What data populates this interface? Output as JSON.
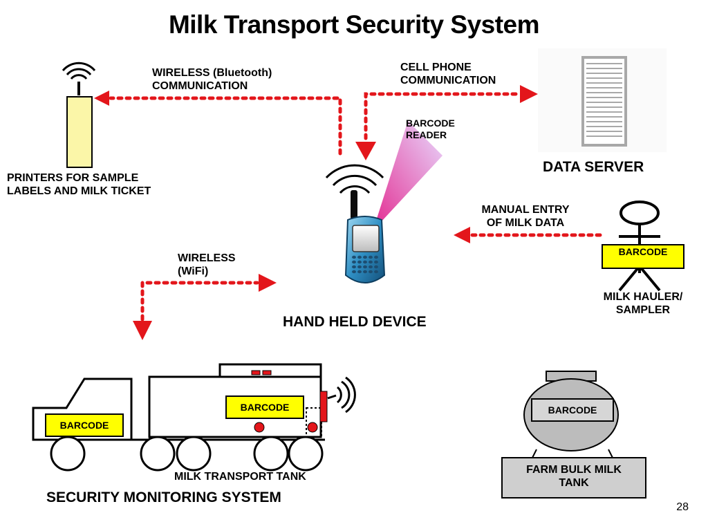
{
  "title": "Milk Transport Security System",
  "labels": {
    "wireless_bluetooth": [
      "WIRELESS (Bluetooth)",
      "COMMUNICATION"
    ],
    "cell_phone": [
      "CELL PHONE",
      "COMMUNICATION"
    ],
    "barcode_reader": [
      "BARCODE",
      "READER"
    ],
    "data_server": "DATA SERVER",
    "printers": [
      "PRINTERS FOR SAMPLE",
      "LABELS AND MILK TICKET"
    ],
    "manual_entry": [
      "MANUAL ENTRY",
      "OF MILK DATA"
    ],
    "wireless_wifi": [
      "WIRELESS",
      "(WiFi)"
    ],
    "hand_held_device": "HAND HELD DEVICE",
    "milk_hauler": [
      "MILK HAULER/",
      "SAMPLER"
    ],
    "milk_transport_tank": "MILK TRANSPORT TANK",
    "security_monitoring": "SECURITY MONITORING SYSTEM",
    "farm_bulk_milk_tank": [
      "FARM BULK MILK",
      "TANK"
    ]
  },
  "barcode_tags": {
    "hauler": "BARCODE",
    "truck_cab": "BARCODE",
    "truck_tank": "BARCODE",
    "bulk_tank": "BARCODE"
  },
  "page_number": "28",
  "colors": {
    "arrow_red": "#e3161b",
    "barcode_yellow": "#ffff00",
    "printer_yellow": "#fbf6a8",
    "bulk_tank_gray": "#bcbcbc",
    "beam_magenta": "#e0208c",
    "beam_lavender": "#d8b8ff"
  },
  "icons": [
    "wifi-signal-icon",
    "stick-figure-icon",
    "handheld-device-icon",
    "server-icon",
    "truck-icon"
  ]
}
